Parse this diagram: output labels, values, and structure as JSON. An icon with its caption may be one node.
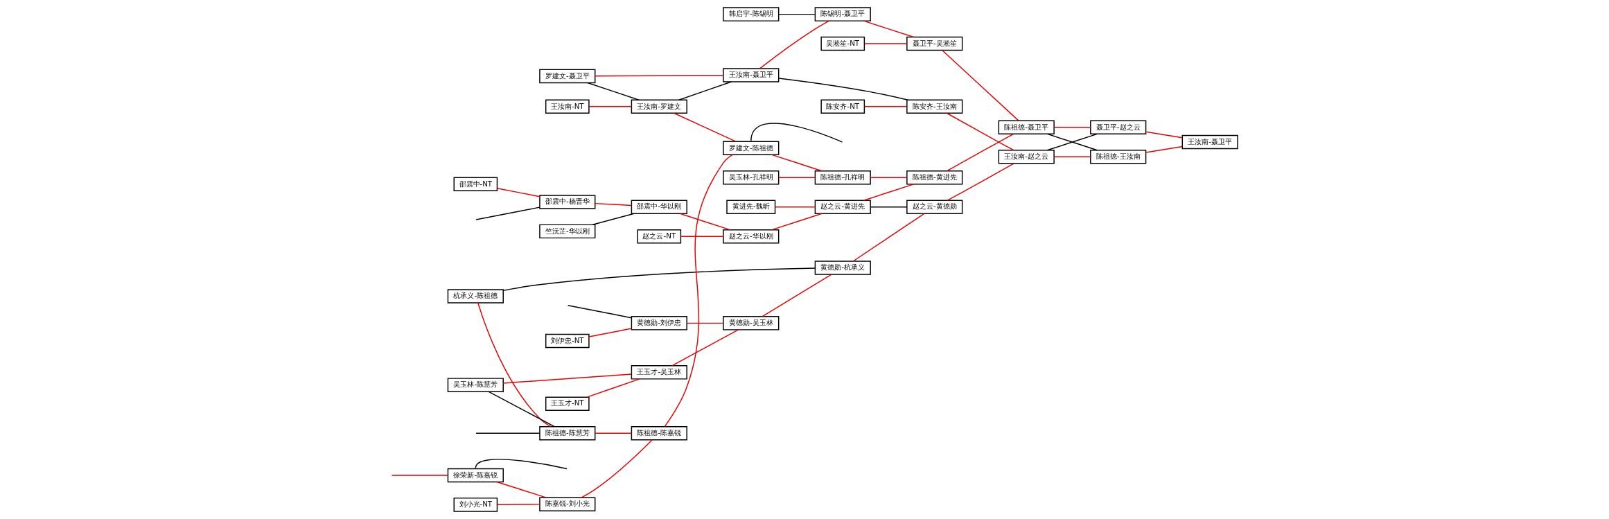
{
  "diagram": {
    "nodes": [
      {
        "text": [
          "杭承义-陈祖德"
        ]
      },
      {
        "text": [
          "徐荣新-陈嘉锐"
        ]
      },
      {
        "text": [
          "刘小光-NT"
        ]
      },
      {
        "text": [
          "邵震中-NT"
        ]
      },
      {
        "text": [
          "吴玉林-陈慧芳"
        ]
      },
      {
        "text": [
          "罗建文-聂卫平"
        ]
      },
      {
        "text": [
          "王汝南-NT"
        ]
      },
      {
        "text": [
          "陈祖德-陈慧芳"
        ]
      },
      {
        "text": [
          "陈嘉锐-刘小光"
        ]
      },
      {
        "text": [
          "竺沅芷-华以刚"
        ]
      },
      {
        "text": [
          "邵震中-杨晋华"
        ]
      },
      {
        "text": [
          "刘伊忠-NT"
        ]
      },
      {
        "text": [
          "王玉才-NT"
        ]
      },
      {
        "text": [
          "王汝南-罗建文"
        ]
      },
      {
        "text": [
          "陈祖德-陈嘉锐"
        ]
      },
      {
        "text": [
          "赵之云-NT"
        ]
      },
      {
        "text": [
          "邵震中-华以刚"
        ]
      },
      {
        "text": [
          "黄德勋-刘伊忠"
        ]
      },
      {
        "text": [
          "王玉才-吴玉林"
        ]
      },
      {
        "text": [
          "王汝南-聂卫平"
        ]
      },
      {
        "text": [
          "韩启宇-陈锡明"
        ]
      },
      {
        "text": [
          "罗建文-陈祖德"
        ]
      },
      {
        "text": [
          "吴玉林-孔祥明"
        ]
      },
      {
        "text": [
          "黄进先-魏昕"
        ]
      },
      {
        "text": [
          "赵之云-华以刚"
        ]
      },
      {
        "text": [
          "黄德勋-吴玉林"
        ]
      },
      {
        "text": [
          "陈锡明-聂卫平"
        ]
      },
      {
        "text": [
          "吴淞笙-NT"
        ]
      },
      {
        "text": [
          "陈祖德-孔祥明"
        ]
      },
      {
        "text": [
          "赵之云-黄进先"
        ]
      },
      {
        "text": [
          "陈安齐-NT"
        ]
      },
      {
        "text": [
          "黄德勋-杭承义"
        ]
      },
      {
        "text": [
          "聂卫平-吴淞笙"
        ]
      },
      {
        "text": [
          "陈祖德-黄进先"
        ]
      },
      {
        "text": [
          "陈安齐-王汝南"
        ]
      },
      {
        "text": [
          "赵之云-黄德勋"
        ]
      },
      {
        "text": [
          "陈祖德-聂卫平"
        ]
      },
      {
        "text": [
          "王汝南-赵之云"
        ]
      },
      {
        "text": [
          "聂卫平-赵之云"
        ]
      },
      {
        "text": [
          "陈祖德-王汝南"
        ]
      },
      {
        "text": [
          "王汝南-聂卫平"
        ]
      }
    ],
    "edges": [
      {
        "from": 0,
        "to": 7,
        "arrow": "none"
      },
      {
        "from": 0,
        "to": 31,
        "arrow": "none",
        "color": "#000000"
      },
      {
        "from": 1,
        "to": null,
        "arrow": "none",
        "color": "#000000"
      },
      {
        "from": 1,
        "to": 8,
        "arrow": "none"
      },
      {
        "from": null,
        "to": 1,
        "arrow": "none"
      },
      {
        "from": 2,
        "to": 8,
        "arrow": "none"
      },
      {
        "from": 3,
        "to": 10,
        "arrow": "none"
      },
      {
        "from": 4,
        "to": 18,
        "arrow": "none"
      },
      {
        "from": 4,
        "to": 7,
        "arrow": "none",
        "color": "#000000"
      },
      {
        "from": null,
        "to": 7,
        "arrow": "none",
        "color": "#000000"
      },
      {
        "from": null,
        "to": 10,
        "arrow": "none",
        "color": "#000000"
      },
      {
        "from": null,
        "to": 17,
        "arrow": "none",
        "color": "#000000"
      },
      {
        "from": 5,
        "to": 19,
        "arrow": "none"
      },
      {
        "from": 5,
        "to": 13,
        "arrow": "none",
        "color": "#000000"
      },
      {
        "from": 6,
        "to": 13,
        "arrow": "none"
      },
      {
        "from": 7,
        "to": 14,
        "arrow": "none"
      },
      {
        "from": 8,
        "to": 14,
        "arrow": "none"
      },
      {
        "from": 9,
        "to": 16,
        "arrow": "none",
        "color": "#000000"
      },
      {
        "from": 10,
        "to": 16,
        "arrow": "none"
      },
      {
        "from": 11,
        "to": 17,
        "arrow": "none"
      },
      {
        "from": 12,
        "to": 18,
        "arrow": "none"
      },
      {
        "from": 13,
        "to": 21,
        "arrow": "none"
      },
      {
        "from": 13,
        "to": 19,
        "arrow": "none",
        "color": "#000000"
      },
      {
        "from": 14,
        "to": 21,
        "arrow": "none"
      },
      {
        "from": 15,
        "to": 24,
        "arrow": "none"
      },
      {
        "from": 16,
        "to": 24,
        "arrow": "none"
      },
      {
        "from": 17,
        "to": 25,
        "arrow": "none"
      },
      {
        "from": 18,
        "to": 25,
        "arrow": "none"
      },
      {
        "from": 19,
        "to": 26,
        "arrow": "none"
      },
      {
        "from": 19,
        "to": 34,
        "arrow": "none",
        "color": "#000000"
      },
      {
        "from": 20,
        "to": 26,
        "arrow": "none",
        "color": "#000000"
      },
      {
        "from": 21,
        "to": 28,
        "arrow": "none"
      },
      {
        "from": 21,
        "to": null,
        "arrow": "none",
        "color": "#000000"
      },
      {
        "from": 22,
        "to": 28,
        "arrow": "none"
      },
      {
        "from": 23,
        "to": 29,
        "arrow": "none"
      },
      {
        "from": 24,
        "to": 29,
        "arrow": "none"
      },
      {
        "from": 25,
        "to": 31,
        "arrow": "none"
      },
      {
        "from": 26,
        "to": 32,
        "arrow": "none"
      },
      {
        "from": 27,
        "to": 32,
        "arrow": "none"
      },
      {
        "from": 28,
        "to": 33,
        "arrow": "none"
      },
      {
        "from": 29,
        "to": 33,
        "arrow": "none"
      },
      {
        "from": 29,
        "to": 35,
        "arrow": "none",
        "color": "#000000"
      },
      {
        "from": 30,
        "to": 34,
        "arrow": "none"
      },
      {
        "from": 31,
        "to": 35,
        "arrow": "none"
      },
      {
        "from": 32,
        "to": 36,
        "arrow": "none"
      },
      {
        "from": 33,
        "to": 36,
        "arrow": "none"
      },
      {
        "from": 34,
        "to": 37,
        "arrow": "none"
      },
      {
        "from": 35,
        "to": 37,
        "arrow": "none"
      },
      {
        "from": 36,
        "to": 38,
        "arrow": "none"
      },
      {
        "from": 36,
        "to": 39,
        "arrow": "none",
        "color": "#000000"
      },
      {
        "from": 37,
        "to": 39,
        "arrow": "none"
      },
      {
        "from": 37,
        "to": 38,
        "arrow": "none",
        "color": "#000000"
      },
      {
        "from": 38,
        "to": 40,
        "arrow": "none"
      },
      {
        "from": 39,
        "to": 40,
        "arrow": "none"
      }
    ]
  }
}
